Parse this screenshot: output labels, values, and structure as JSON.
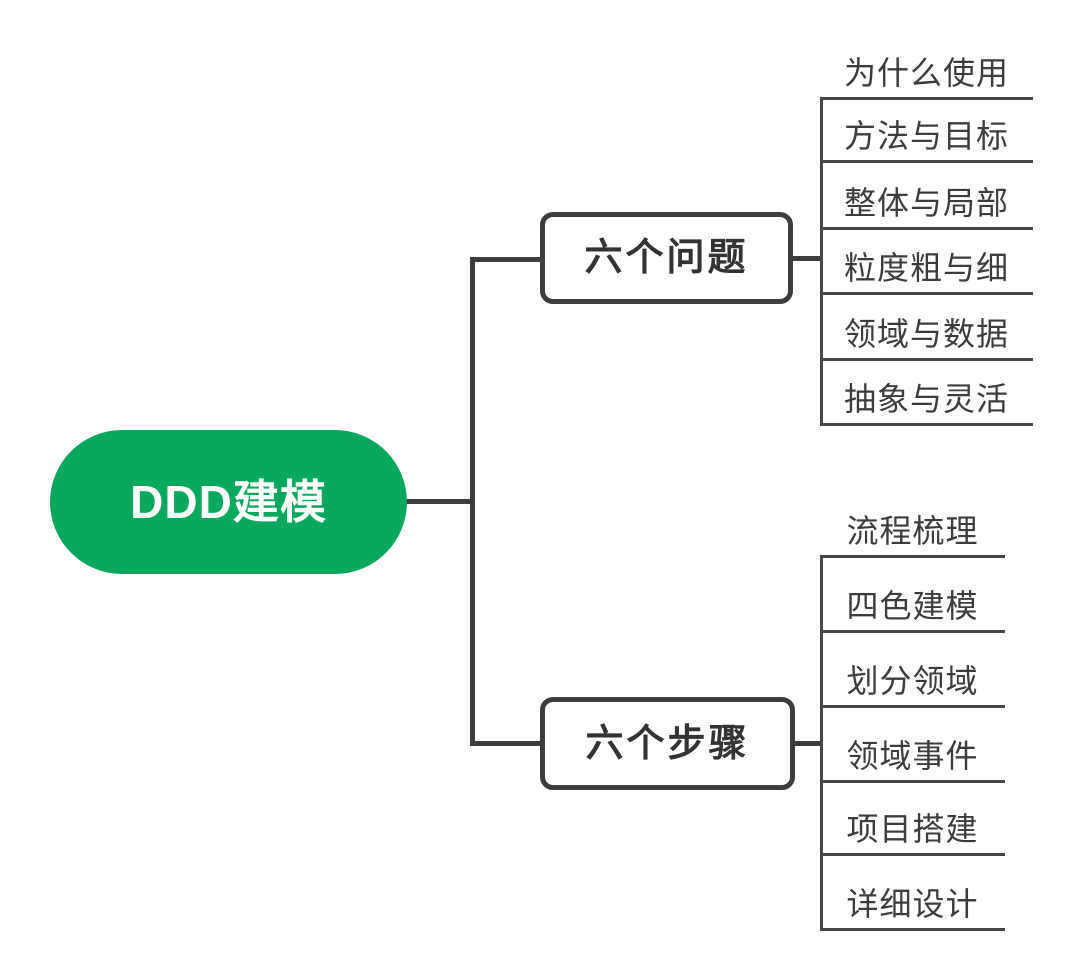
{
  "canvas": {
    "background": "#ffffff"
  },
  "palette": {
    "root_fill": "#0aa85c",
    "root_text_color": "#ffffff",
    "connector_color": "#3d3d3d",
    "branch_border_color": "#3d3d3d",
    "branch_text_color": "#333333",
    "leaf_text_color": "#3c3c3c",
    "leaf_line_color": "#474747"
  },
  "mindmap": {
    "root": {
      "label": "DDD建模"
    },
    "branches": [
      {
        "label": "六个问题",
        "children": [
          "为什么使用",
          "方法与目标",
          "整体与局部",
          "粒度粗与细",
          "领域与数据",
          "抽象与灵活"
        ]
      },
      {
        "label": "六个步骤",
        "children": [
          "流程梳理",
          "四色建模",
          "划分领域",
          "领域事件",
          "项目搭建",
          "详细设计"
        ]
      }
    ]
  }
}
